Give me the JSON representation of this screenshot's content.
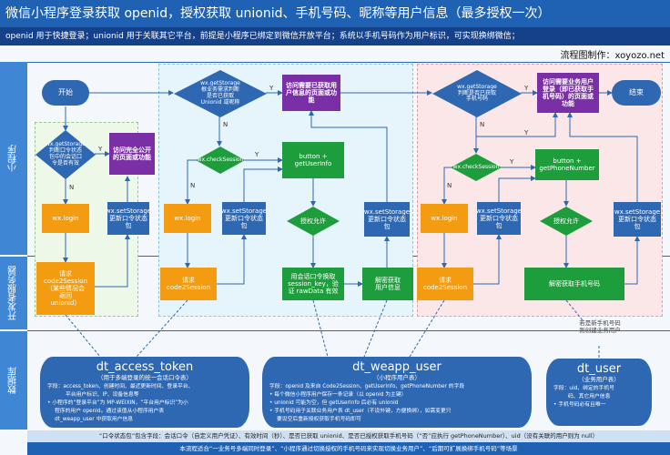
{
  "header": {
    "title": "微信小程序登录获取 openid，授权获取 unionid、手机号码、昵称等用户信息（最多授权一次）",
    "subtitle": "openid 用于快捷登录；unionid 用于关联其它平台，前提是小程序已绑定到微信开放平台；系统以手机号码作为用户标识，可实现换绑微信；",
    "byline": "流程图制作：xoyozo.net"
  },
  "lanes": {
    "mini": "小程序",
    "server": "开发者服务器",
    "db": "数据库"
  },
  "nodes": {
    "start": "开始",
    "end": "结束",
    "d1": "wx.getStorage\n判断口令状态\n包中的会话口\n令是否有效",
    "d2": "wx.getStorage\n根业务需求判断\n是否已获取\nUnionid 或昵称",
    "d3": "wx.getStorage\n判断是否已获取\n手机号码",
    "p1": "访问完全公开\n的页面或功能",
    "p2": "访问需要已获取用\n户信息的页面或功\n能",
    "p3": "访问需要业务用户\n登录（即已获取手\n机号码）的页面或\n功能",
    "login1": "wx.login",
    "login2": "wx.login",
    "login3": "wx.login",
    "setStorage1": "wx.setStorage\n更新口令状态\n包",
    "setStorage2": "wx.setStorage\n更新口令状态\n包",
    "setStorage3": "wx.setStorage\n更新口令状态\n包",
    "setStorage4": "wx.setStorage\n更新口令状态\n包",
    "setStorage5": "wx.setStorage\n更新口令状态\n包",
    "check1": "wx.checkSession",
    "check2": "wx.checkSession",
    "btnUser": "button +\ngetUserInfo",
    "btnPhone": "button +\ngetPhoneNumber",
    "auth1": "授权允许",
    "auth2": "授权允许",
    "req1": "请求\ncode2Session\n（某些情况会\n返回\nunionid）",
    "req2": "请求\ncode2Session",
    "req3": "请求\ncode2Session",
    "exchange": "用会话口令换取\nsession_key，验\n证 rawData 有效",
    "decUser": "解密获取\n用户信息",
    "decPhone": "解密获取手机号码"
  },
  "labels": {
    "y": "Y",
    "n": "N",
    "newUserNote": "若是新手机号码\n则创建业务用户"
  },
  "db": {
    "t1": {
      "name": "dt_access_token",
      "sub": "（用于多端登录的统一会话口令表）",
      "lines": [
        "字段：access_token、创建时间、最近更新时间、登录平台、",
        "平台用户标识、IP、设备信息等",
        "•  小程序的“登录平台”为 MP-WEIXIN，“平台用户标识”为小",
        "程序的用户 openid。通过该值从小程序用户表",
        "dt_weapp_user 中获取用户信息"
      ]
    },
    "t2": {
      "name": "dt_weapp_user",
      "sub": "（小程序用户表）",
      "lines": [
        "字段：openid 及来自 Code2Session、getUserInfo、getPhoneNumber 的字段",
        "•  每个微信小程序用户保存一条记录（以 openid 为主键）",
        "•  unionid 可能为空，但 getUserInfo 后必有 unionid",
        "•  手机号码用于关联业务用户表 dt_user（不设外键，方便换绑），如需变更只",
        "要设空后重新授权获取手机号码即可"
      ]
    },
    "t3": {
      "name": "dt_user",
      "sub": "（业务用户表）",
      "lines": [
        "字段：uid、绑定的手机号",
        "码、其它用户信息",
        "•  手机号码必有且唯一"
      ]
    }
  },
  "footer": {
    "line1": "“口令状态包”包含字段：会话口令（自定义用户凭证）、有效时间（秒）、是否已获取 unionid、是否已授权获取手机号码（“否”应执行 getPhoneNumber）、uid（没有关联的用户则为 null）",
    "line2": "本流程适合“一业务号多端同时登录”、“小程序通过切换授权的手机号码来实现切换业务用户”、“后期可扩展换绑手机号码”等场景"
  },
  "colors": {
    "header": "#1f62b4",
    "headerDark": "#15418a",
    "lane": "#3f86d4",
    "nodeBlue": "#2e67b2",
    "orange": "#f39c12",
    "green": "#1e9d3c",
    "purple": "#7b2fa6",
    "zoneGreen": "#eef8e8",
    "zoneCyan": "#e6f5fb",
    "zonePink": "#fbe7e7"
  }
}
